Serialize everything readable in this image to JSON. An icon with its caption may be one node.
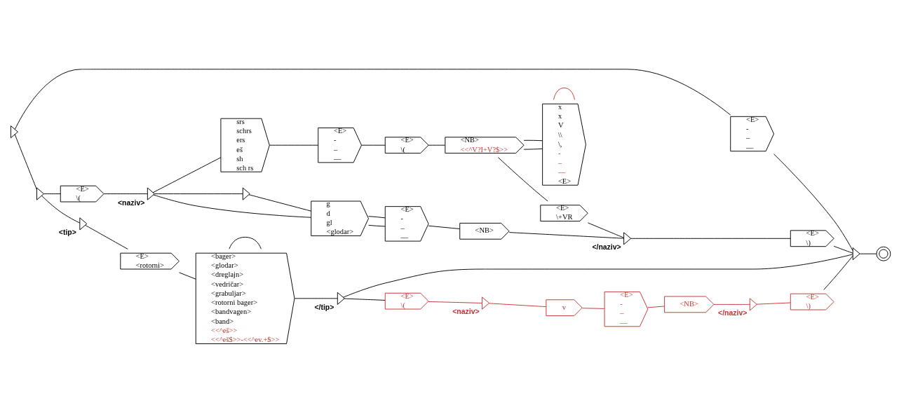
{
  "diagram": {
    "nodes": [
      {
        "text": [],
        "shape": "triangle"
      },
      {
        "text": [
          "<E>",
          "-",
          "–",
          "—"
        ]
      },
      {
        "text": [],
        "shape": "triangle"
      },
      {
        "text": [
          "<E>",
          "\\("
        ]
      },
      {
        "text": [
          "<naziv>"
        ]
      },
      {
        "text": [
          "srs",
          "schrs",
          "ers",
          "eš",
          "sh",
          "sch rs"
        ]
      },
      {
        "text": [
          "<E>",
          "-",
          "–",
          "—"
        ]
      },
      {
        "text": [
          "<E>",
          "\\("
        ]
      },
      {
        "text": [
          "<NB>",
          "<<^V?I+V?$>>"
        ]
      },
      {
        "text": [
          "x",
          "x",
          "V",
          "\\\\",
          "\\,",
          "-",
          "–",
          "—",
          "<E>"
        ]
      },
      {
        "text": [
          "<E>",
          "\\+VR"
        ]
      },
      {
        "text": [],
        "shape": "triangle"
      },
      {
        "text": [
          "g",
          "d",
          "gl",
          "<glodar>"
        ]
      },
      {
        "text": [
          "<E>",
          "-",
          "–",
          "—"
        ]
      },
      {
        "text": [
          "<NB>"
        ]
      },
      {
        "text": [
          "</naziv>"
        ]
      },
      {
        "text": [
          "<E>",
          "\\)"
        ]
      },
      {
        "text": [],
        "shape": "triangle"
      },
      {
        "text": [],
        "shape": "circle"
      },
      {
        "text": [
          "<tip>"
        ]
      },
      {
        "text": [
          "<E>",
          "<rotorni>"
        ]
      },
      {
        "text": [
          "<bager>",
          "<glodar>",
          "<dreglajn>",
          "<vedričar>",
          "<grabuljar>",
          "<rotorni bager>",
          "<bandvagen>",
          "<band>",
          "<<^eš>>",
          "<<^eš$>>-<<^ev.+$>>"
        ]
      },
      {
        "text": [
          "</tip>"
        ]
      },
      {
        "text": [
          "<E>",
          "\\("
        ]
      },
      {
        "text": [
          "<naziv>"
        ]
      },
      {
        "text": [
          "v"
        ]
      },
      {
        "text": [
          "<E>",
          "-",
          "–",
          "—"
        ]
      },
      {
        "text": [
          "<NB>"
        ]
      },
      {
        "text": [
          "</naziv>"
        ]
      },
      {
        "text": [
          "<E>",
          "\\)"
        ]
      }
    ],
    "edges": [
      {
        "from": 0,
        "to": 2,
        "arrow": "none"
      },
      {
        "from": 0,
        "to": 1,
        "arrow": "none"
      },
      {
        "from": 1,
        "to": 17,
        "arrow": "none"
      },
      {
        "from": 2,
        "to": 3,
        "arrow": "none"
      },
      {
        "from": 2,
        "to": 19,
        "arrow": "none"
      },
      {
        "from": 3,
        "to": 4,
        "arrow": "none"
      },
      {
        "from": 4,
        "to": 5,
        "arrow": "none"
      },
      {
        "from": 5,
        "to": 6,
        "arrow": "none"
      },
      {
        "from": 6,
        "to": 7,
        "arrow": "none"
      },
      {
        "from": 7,
        "to": 8,
        "arrow": "none"
      },
      {
        "from": 8,
        "to": 9,
        "arrow": "none"
      },
      {
        "from": 9,
        "to": 8,
        "arrow": "none"
      },
      {
        "from": 9,
        "to": 9,
        "arrow": "none",
        "color": "#c83232"
      },
      {
        "from": 8,
        "to": 10,
        "arrow": "none"
      },
      {
        "from": 10,
        "to": 15,
        "arrow": "none"
      },
      {
        "from": 4,
        "to": 11,
        "arrow": "none"
      },
      {
        "from": 4,
        "to": 12,
        "arrow": "none"
      },
      {
        "from": 11,
        "to": 12,
        "arrow": "none"
      },
      {
        "from": 12,
        "to": 13,
        "arrow": "none"
      },
      {
        "from": 13,
        "to": 12,
        "arrow": "none"
      },
      {
        "from": 13,
        "to": 14,
        "arrow": "none"
      },
      {
        "from": 14,
        "to": 15,
        "arrow": "none"
      },
      {
        "from": 15,
        "to": 16,
        "arrow": "none"
      },
      {
        "from": 16,
        "to": 17,
        "arrow": "none"
      },
      {
        "from": 17,
        "to": 18,
        "arrow": "none"
      },
      {
        "from": 19,
        "to": 20,
        "arrow": "none"
      },
      {
        "from": 20,
        "to": 21,
        "arrow": "none"
      },
      {
        "from": 21,
        "to": 21,
        "arrow": "none"
      },
      {
        "from": 21,
        "to": 22,
        "arrow": "none"
      },
      {
        "from": 22,
        "to": 17,
        "arrow": "none"
      },
      {
        "from": 22,
        "to": 23,
        "arrow": "none"
      },
      {
        "from": 23,
        "to": 24,
        "arrow": "none",
        "color": "#c83232"
      },
      {
        "from": 24,
        "to": 25,
        "arrow": "none",
        "color": "#c83232"
      },
      {
        "from": 25,
        "to": 26,
        "arrow": "none",
        "color": "#c83232"
      },
      {
        "from": 26,
        "to": 27,
        "arrow": "none",
        "color": "#c83232"
      },
      {
        "from": 27,
        "to": 28,
        "arrow": "none",
        "color": "#c83232"
      },
      {
        "from": 28,
        "to": 29,
        "arrow": "none",
        "color": "#c83232"
      },
      {
        "from": 29,
        "to": 17,
        "arrow": "none"
      }
    ]
  }
}
